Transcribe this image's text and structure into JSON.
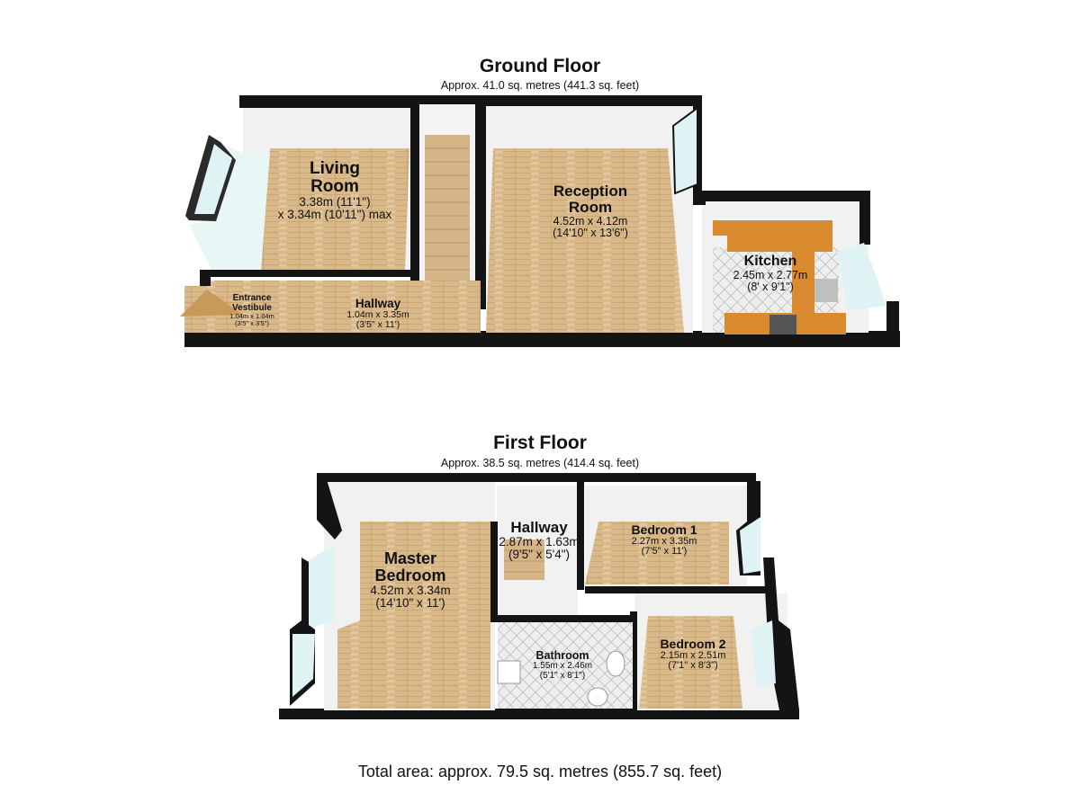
{
  "ground_floor": {
    "title": "Ground Floor",
    "area": "Approx. 41.0 sq. metres (441.3 sq. feet)",
    "rooms": {
      "living_room": {
        "name_1": "Living",
        "name_2": "Room",
        "dim_1": "3.38m (11'1\")",
        "dim_2": "x 3.34m (10'11\") max"
      },
      "reception_room": {
        "name_1": "Reception",
        "name_2": "Room",
        "dim_1": "4.52m x 4.12m",
        "dim_2": "(14'10\" x 13'6\")"
      },
      "kitchen": {
        "name": "Kitchen",
        "dim_1": "2.45m x 2.77m",
        "dim_2": "(8' x 9'1\")"
      },
      "hallway": {
        "name": "Hallway",
        "dim_1": "1.04m x 3.35m",
        "dim_2": "(3'5\" x 11')"
      },
      "entrance_vestibule": {
        "name_1": "Entrance",
        "name_2": "Vestibule",
        "dim_1": "1.04m x 1.04m",
        "dim_2": "(3'5\" x 3'5\")"
      }
    }
  },
  "first_floor": {
    "title": "First Floor",
    "area": "Approx. 38.5 sq. metres (414.4 sq. feet)",
    "rooms": {
      "master_bedroom": {
        "name_1": "Master",
        "name_2": "Bedroom",
        "dim_1": "4.52m x 3.34m",
        "dim_2": "(14'10\" x 11')"
      },
      "hallway": {
        "name": "Hallway",
        "dim_1": "2.87m x 1.63m",
        "dim_2": "(9'5\" x 5'4\")"
      },
      "bedroom_1": {
        "name": "Bedroom 1",
        "dim_1": "2.27m x 3.35m",
        "dim_2": "(7'5\" x 11')"
      },
      "bedroom_2": {
        "name": "Bedroom 2",
        "dim_1": "2.15m x 2.51m",
        "dim_2": "(7'1\" x 8'3\")"
      },
      "bathroom": {
        "name": "Bathroom",
        "dim_1": "1.55m x 2.46m",
        "dim_2": "(5'1\" x 8'1\")"
      }
    }
  },
  "total_area": "Total area: approx. 79.5 sq. metres (855.7 sq. feet)",
  "colors": {
    "wall": "#141414",
    "wood_floor": "#d9b98a",
    "kitchen_worktop": "#d9892e",
    "tile_floor": "#e6e6e6",
    "window_glass": "#dff3f4",
    "stairs": "#d5b587"
  }
}
